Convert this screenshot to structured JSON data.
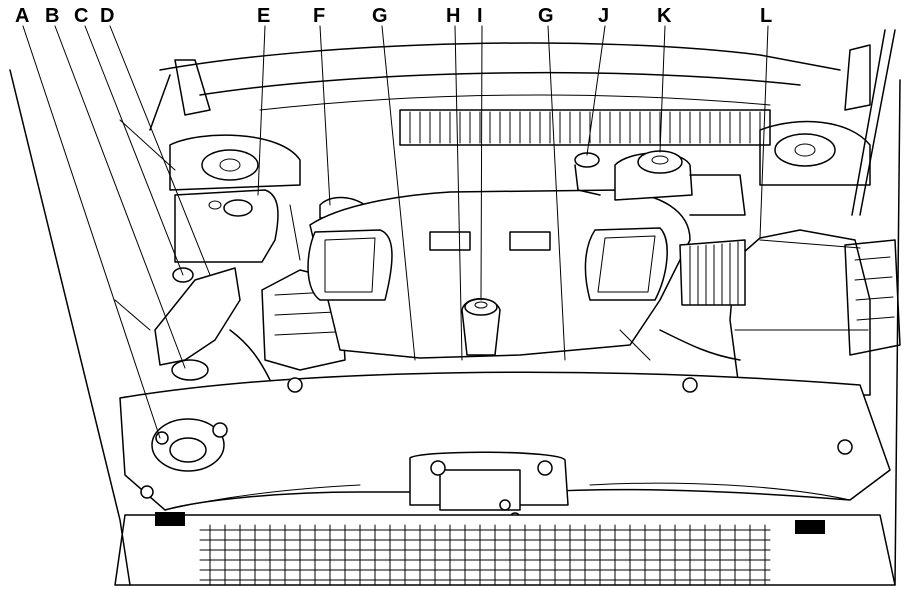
{
  "diagram": {
    "callouts": [
      "A",
      "B",
      "C",
      "D",
      "E",
      "F",
      "G",
      "H",
      "I",
      "G",
      "J",
      "K",
      "L"
    ]
  }
}
